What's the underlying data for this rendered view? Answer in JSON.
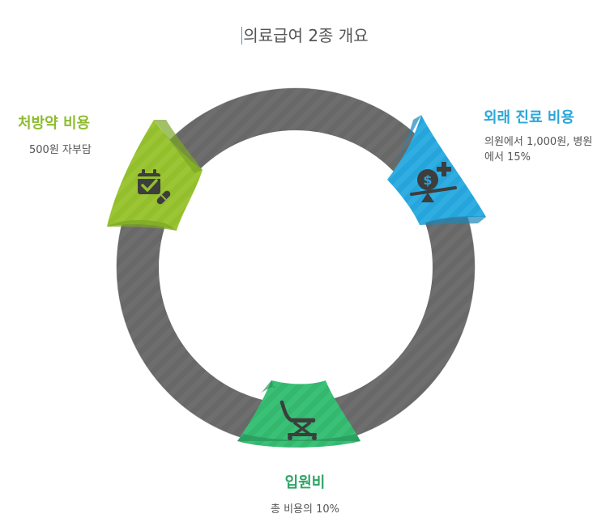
{
  "title": "의료급여 2종 개요",
  "segments": [
    {
      "title": "처방약 비용",
      "description": "500원 자부담",
      "icon": "calendar-pill-icon",
      "color": "#93bf2c"
    },
    {
      "title": "외래 진료 비용",
      "description": "의원에서 1,000원, 병원에서 15%",
      "icon": "money-scale-plus-icon",
      "color": "#2aa7d8"
    },
    {
      "title": "입원비",
      "description": "총 비용의 10%",
      "icon": "hospital-bed-icon",
      "color": "#33b86e"
    }
  ],
  "colors": {
    "ring": "#686868",
    "title_text": "#555555"
  }
}
